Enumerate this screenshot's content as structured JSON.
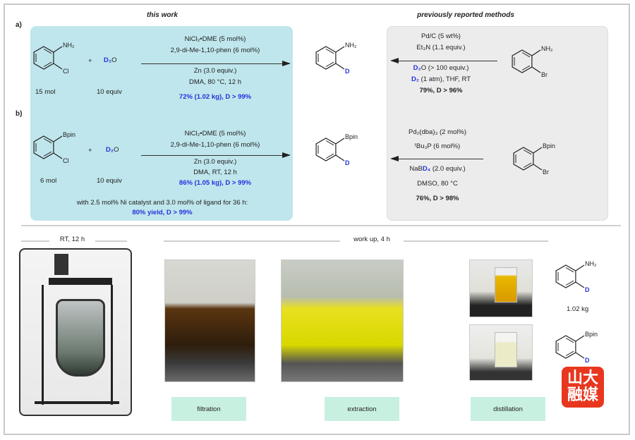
{
  "labels": {
    "a": "a)",
    "b": "b)"
  },
  "headers": {
    "this_work": "this work",
    "previous": "previously reported methods"
  },
  "a": {
    "substrate": {
      "top": "NH₂",
      "bottom": "Cl",
      "amount": "15 mol"
    },
    "plus": "+",
    "reagent": {
      "d": "D₂",
      "rest": "O",
      "amount": "10 equiv"
    },
    "conditions": [
      "NiCl₂•DME (5 mol%)",
      "2,9-di-Me-1,10-phen (6 mol%)",
      "Zn (3.0 equiv.)",
      "DMA, 80 °C, 12 h"
    ],
    "yield": "72% (1.02 kg), D > 99%",
    "product": {
      "top": "NH₂",
      "bottom": "D"
    },
    "prev": {
      "c1": "Pd/C (5 wt%)",
      "c2": "Et₃N (1.1 equiv.)",
      "c3_d": "D₂",
      "c3": "O (> 100 equiv.)",
      "c4_d": "D₂",
      "c4": " (1 atm), THF, RT",
      "yield": "79%, D > 96%"
    },
    "prev_substrate": {
      "top": "NH₂",
      "bottom": "Br"
    }
  },
  "b": {
    "substrate": {
      "top": "Bpin",
      "bottom": "Cl",
      "amount": "6 mol"
    },
    "plus": "+",
    "reagent": {
      "d": "D₂",
      "rest": "O",
      "amount": "10 equiv"
    },
    "conditions": [
      "NiCl₂•DME (5 mol%)",
      "2,9-di-Me-1,10-phen (6 mol%)",
      "Zn (3.0 equiv.)",
      "DMA, RT, 12 h"
    ],
    "yield": "86% (1.05 kg), D > 99%",
    "note": "with 2.5 mol% Ni catalyst and 3.0 mol% of ligand for 36 h:",
    "note_yield": "80% yield, D > 99%",
    "product": {
      "top": "Bpin",
      "bottom": "D"
    },
    "prev": {
      "c1": "Pd₂(dba)₃ (2 mol%)",
      "c2": "ᵗBu₃P (6 mol%)",
      "c3": "NaB",
      "c3_d": "D₄",
      "c3_rest": " (2.0 equiv.)",
      "c4": "DMSO, 80 °C",
      "yield": "76%, D > 98%"
    },
    "prev_substrate": {
      "top": "Bpin",
      "bottom": "Br"
    }
  },
  "bottom": {
    "rt": "RT, 12 h",
    "workup": "work up, 4 h",
    "steps": [
      "filtration",
      "extraction",
      "distillation"
    ],
    "final": {
      "p1_top": "NH₂",
      "p1_bottom": "D",
      "p1_mass": "1.02 kg",
      "p2_top": "Bpin",
      "p2_bottom": "D"
    },
    "logo": "山大融媒"
  },
  "colors": {
    "cyan": "#bfe6ec",
    "grey": "#ececec",
    "blue": "#2233dd",
    "button": "#c8f0e0"
  }
}
